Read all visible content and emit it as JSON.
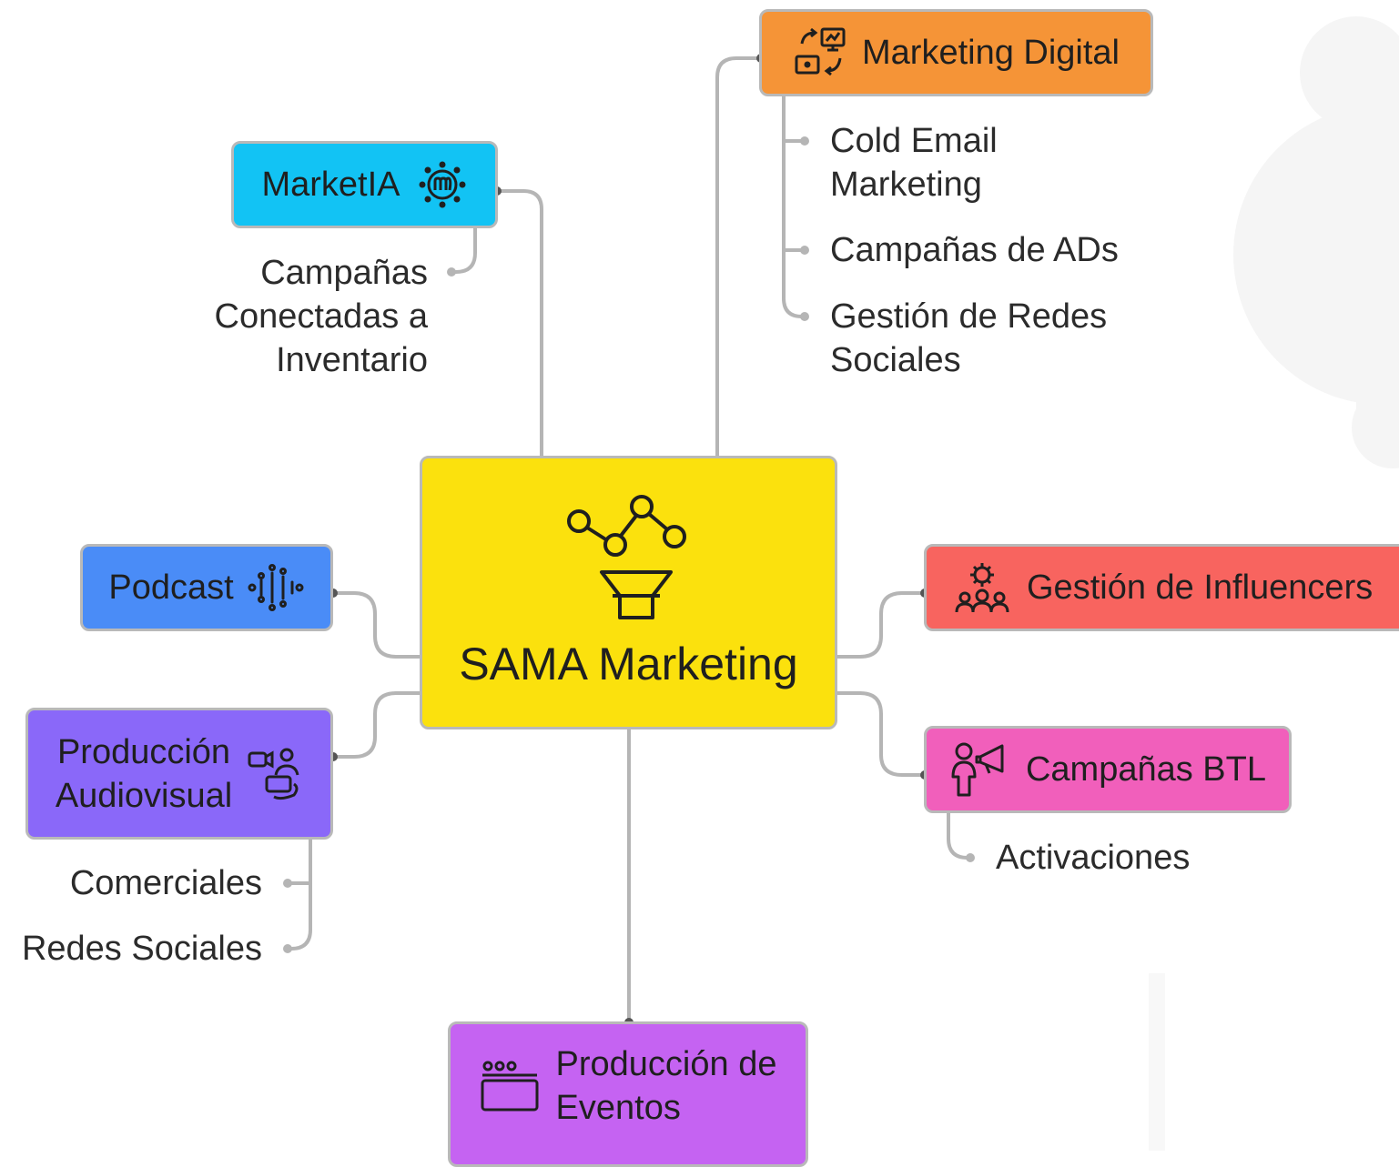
{
  "center": {
    "label": "SAMA Marketing",
    "icon": "analytics-funnel-icon",
    "color": "#fbe10d"
  },
  "branches": {
    "marketia": {
      "label": "MarketIA",
      "icon": "marketia-logo-icon",
      "color": "#12c3f4",
      "children": [
        "Campañas\nConectadas a\nInventario"
      ]
    },
    "marketing_digital": {
      "label": "Marketing Digital",
      "icon": "digital-transform-icon",
      "color": "#f59437",
      "children": [
        "Cold Email\nMarketing",
        "Campañas de ADs",
        "Gestión de Redes\nSociales"
      ]
    },
    "podcast": {
      "label": "Podcast",
      "icon": "soundwave-icon",
      "color": "#4a8cf7"
    },
    "produccion_audiovisual": {
      "label": "Producción\nAudiovisual",
      "icon": "video-production-icon",
      "color": "#8a68f9",
      "children": [
        "Comerciales",
        "Redes Sociales"
      ]
    },
    "gestion_influencers": {
      "label": "Gestión de Influencers",
      "icon": "influencer-group-icon",
      "color": "#f8645f"
    },
    "campanas_btl": {
      "label": "Campañas BTL",
      "icon": "megaphone-person-icon",
      "color": "#f15fbb",
      "children": [
        "Activaciones"
      ]
    },
    "produccion_eventos": {
      "label": "Producción de\nEventos",
      "icon": "event-stage-icon",
      "color": "#c563f2"
    }
  }
}
